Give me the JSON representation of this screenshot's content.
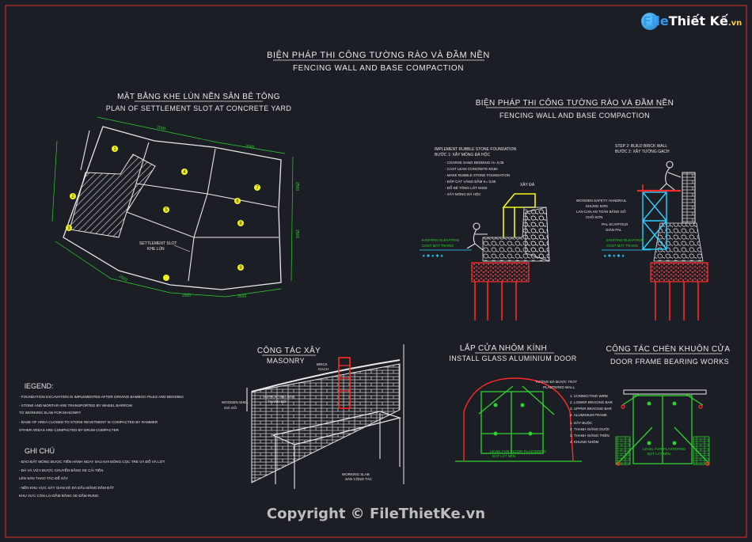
{
  "logo": {
    "brand_a": "File",
    "brand_b": "Thiết Kế",
    "brand_domain": ".vn"
  },
  "main_title": {
    "vn": "BIỆN PHÁP THI CÔNG TƯỜNG RÀO VÀ ĐẦM NỀN",
    "en": "FENCING WALL AND BASE COMPACTION"
  },
  "plan": {
    "title_vn": "MẶT BẰNG KHE LÚN NỀN SÂN BÊ TÔNG",
    "title_en": "PLAN OF SETTLEMENT SLOT AT CONCRETE YARD",
    "slot_label_en": "SETTLEMENT SLOT",
    "slot_label_vn": "KHE LÚN",
    "zone_numbers": [
      "1",
      "2",
      "3",
      "4",
      "5",
      "6",
      "7",
      "8",
      "9"
    ]
  },
  "fencing": {
    "title_vn": "BIỆN PHÁP THI CÔNG TƯỜNG RÀO VÀ ĐẦM NỀN",
    "title_en": "FENCING WALL AND BASE COMPACTION",
    "step1_title": "IMPLEMENT RUBBLE STONE FOUNDATION",
    "step1_title_vn": "BƯỚC 1: XÂY MÓNG ĐÁ HỘC",
    "step1_notes": [
      "- COARSE SAND BEDDING H= 0,05",
      "- CAST LEAN CONCRETE M150",
      "- MAKE RUBBLE STONE FOUNDATION",
      "- ĐẮP CÁT VÀNG ĐẦM K= 0,95",
      "- ĐỔ BÊ TÔNG LÓT M150",
      "- XÂY MÓNG ĐÁ HỘC"
    ],
    "stone_label": "XÂY ĐÁ",
    "step2_title": "STEP 2: BUILD BRICK WALL",
    "step2_title_vn": "BƯỚC 2: XÂY TƯỜNG GẠCH",
    "safety_notes": [
      "WOODEN SAFETY HANDRAIL",
      "KHUNG SƠN",
      "LAN CAN AN TOÀN BẰNG GỖ",
      "CHỐ SƠN"
    ],
    "scaffold_label": "PAL SCAFFOLD",
    "scaffold_label_vn": "GIÀN PAL",
    "existing_elev": "EXISTING ELEVATION",
    "existing_elev_vn": "COST MẶT TRANG"
  },
  "masonry": {
    "title_vn": "CÔNG TÁC XÂY",
    "title_en": "MASONRY",
    "labels": [
      "WOODEN SHEL",
      "GIÁ GỖ",
      "SUPPORTING BAR",
      "THANH ĐỠ",
      "WORKING SLAB",
      "SÀN CÔNG TÁC",
      "BRICK",
      "GẠCH"
    ]
  },
  "legend": {
    "title": "lEGEND:",
    "items": [
      "- FOUNDATION EXCAVATION IS IMPLEMENTED AFTER DRIVING BAMBOO PILES AND BEDDING",
      "- STONE AND MORTAR ARE TRANSPORTED BY WHEEL BARROW",
      "  TO WORKING SLAB FOR MASONRY",
      "- BASE OF AREA CLOSED TO STONE REVETMENT IS COMPACTED BY RAMMER",
      "  OTHER AREAS ARE COMPACTED BY DRUM COMPACTER"
    ]
  },
  "ghichu": {
    "title": "GHI CHÚ",
    "items": [
      "- ĐÀO ĐẤT MÓNG ĐƯỢC TIẾN HÀNH NGAY SAU KHI ĐÓNG CỌC TRE VÀ ĐỔ VÀ LỚT",
      "- ĐÁ VÀ VỮA ĐƯỢC CHUYỂN BẰNG XE CẢI TIẾN",
      "  LÊN SÀN THAO TÁC ĐỂ XÂY",
      "- NỀN KHU VỰC XÂY GIÁN KÈ ĐÁ ĐẦU BẰNG ĐẦM ĐẤT",
      "  KHU VỰC CÒN LẠI ĐẦM BẰNG XE ĐẦM RUNG"
    ]
  },
  "glass_door": {
    "title_vn": "LẮP CỬA NHÔM KÍNH",
    "title_en": "INSTALL GLASS ALUMINIUM DOOR",
    "top_label": "TƯỜNG ĐÃ ĐƯỢC TRÁT",
    "top_label_en": "PLASTERED WALL",
    "items": [
      "1. CONNECTING WIRE",
      "2. LOWER BRACING BAR",
      "3. UPPER BRACING BAR",
      "4. ALUMINIUM FRAME",
      "1. DÂY BUỘC",
      "2. THANH GIẰNG DƯỚI",
      "3. THANH GIẰNG TRÊN",
      "4. KHUNG NHÔM"
    ],
    "level_label": "LEVEL FOR FLOOR PLASTERING",
    "level_label_vn": "ĐẶT LÁT NỀN"
  },
  "door_frame": {
    "title_vn": "CÔNG TÁC CHÈN KHUÔN CỬA",
    "title_en": "DOOR FRAME BEARING WORKS",
    "level_label": "LEVEL FOR PLASTERING",
    "level_label_vn": "ĐẶT LÁT NỀN"
  },
  "footer": {
    "copyright": "Copyright © FileThietKe.vn"
  },
  "colors": {
    "background": "#1b1e24",
    "line_white": "#e8e8e8",
    "green": "#2fd12f",
    "red": "#ff2a2a",
    "yellow": "#f4f41a",
    "cyan": "#2fd0ff",
    "orange": "#ff7a2a",
    "border": "#c03030"
  }
}
